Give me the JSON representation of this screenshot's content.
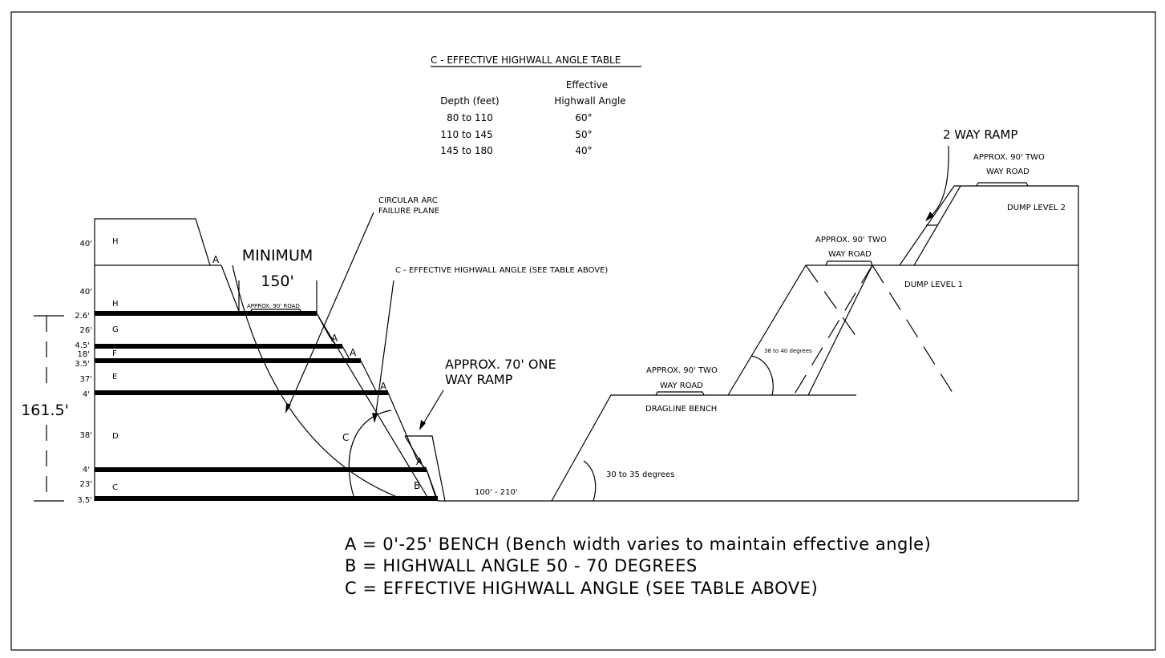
{
  "table": {
    "title": "C - EFFECTIVE HIGHWALL ANGLE TABLE",
    "col1_header": "Depth (feet)",
    "col2_header_line1": "Effective",
    "col2_header_line2": "Highwall Angle",
    "rows": [
      {
        "depth": "80 to 110",
        "angle": "60°"
      },
      {
        "depth": "110 to 145",
        "angle": "50°"
      },
      {
        "depth": "145 to 180",
        "angle": "40°"
      }
    ]
  },
  "labels": {
    "circular_arc_1": "CIRCULAR ARC",
    "circular_arc_2": "FAILURE PLANE",
    "minimum": "MINIMUM",
    "min_value": "150'",
    "c_effective": "C - EFFECTIVE HIGHWALL ANGLE (SEE TABLE ABOVE)",
    "road_90": "APPROX. 90' ROAD",
    "ramp_70_line1": "APPROX. 70' ONE",
    "ramp_70_line2": "WAY RAMP",
    "span": "100' - 210'",
    "dragline_road_1": "APPROX. 90' TWO",
    "dragline_road_2": "WAY ROAD",
    "dragline_bench": "DRAGLINE BENCH",
    "angle_30_35": "30 to 35 degrees",
    "angle_38_40": "38 to 40 degrees",
    "dump1_road_1": "APPROX. 90' TWO",
    "dump1_road_2": "WAY ROAD",
    "dump_level_1": "DUMP LEVEL 1",
    "two_way_ramp": "2 WAY RAMP",
    "dump2_road_1": "APPROX. 90' TWO",
    "dump2_road_2": "WAY ROAD",
    "dump_level_2": "DUMP LEVEL 2",
    "total_depth": "161.5'",
    "letter_A": "A",
    "letter_B": "B",
    "letter_C": "C"
  },
  "strata": [
    {
      "thickness": "40'",
      "layer": "H"
    },
    {
      "thickness": "40'",
      "layer": "H"
    },
    {
      "thickness": "2.6'",
      "layer": ""
    },
    {
      "thickness": "26'",
      "layer": "G"
    },
    {
      "thickness": "4.5'",
      "layer": ""
    },
    {
      "thickness": "18'",
      "layer": "F"
    },
    {
      "thickness": "3.5'",
      "layer": ""
    },
    {
      "thickness": "37'",
      "layer": "E"
    },
    {
      "thickness": "4'",
      "layer": ""
    },
    {
      "thickness": "38'",
      "layer": "D"
    },
    {
      "thickness": "4'",
      "layer": ""
    },
    {
      "thickness": "23'",
      "layer": "C"
    },
    {
      "thickness": "3.5'",
      "layer": ""
    }
  ],
  "legend": [
    "A = 0'-25' BENCH (Bench width varies to maintain effective angle)",
    "B = HIGHWALL ANGLE 50 - 70 DEGREES",
    "C = EFFECTIVE HIGHWALL ANGLE (SEE TABLE ABOVE)"
  ]
}
